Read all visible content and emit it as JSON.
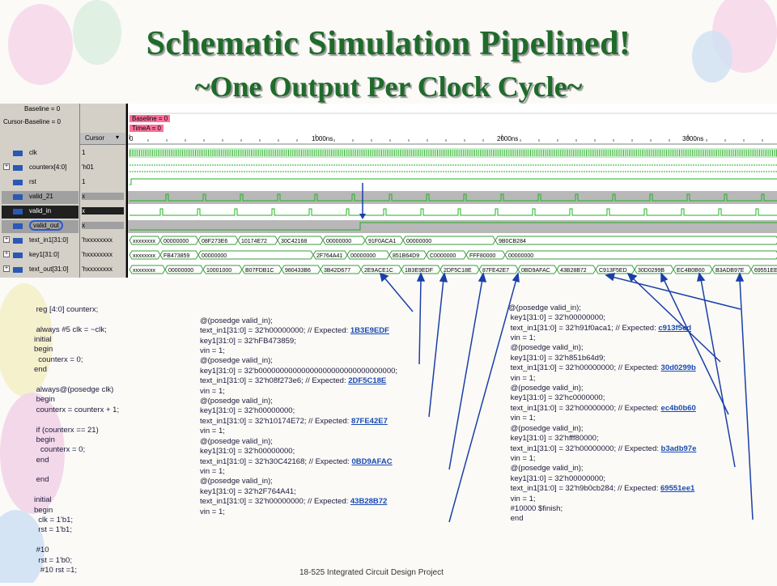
{
  "title": {
    "line1": "Schematic Simulation Pipelined!",
    "line2": "~One Output Per Clock Cycle~"
  },
  "waveform": {
    "header_labels": {
      "baseline": "Baseline = 0",
      "cursor_baseline": "Cursor-Baseline = 0",
      "cursor": "Cursor",
      "baseline_tag": "Baseline = 0",
      "timea_tag": "TimeA = 0"
    },
    "timeline": [
      "0",
      "1000ns",
      "2000ns",
      "3000ns"
    ],
    "signals": [
      {
        "name": "clk",
        "value": "1"
      },
      {
        "name": "counterx[4:0]",
        "value": "'h01"
      },
      {
        "name": "rst",
        "value": "1"
      },
      {
        "name": "valid_21",
        "value": "x"
      },
      {
        "name": "valid_in",
        "value": "x"
      },
      {
        "name": "valid_out",
        "value": "x"
      },
      {
        "name": "text_in1[31:0]",
        "value": "'hxxxxxxxx"
      },
      {
        "name": "key1[31:0]",
        "value": "'hxxxxxxxx"
      },
      {
        "name": "text_out[31:0]",
        "value": "'hxxxxxxxx"
      }
    ],
    "bus_text_in1": [
      "xxxxxxxx",
      "00000000",
      "08F273E6",
      "10174E72",
      "30C42168",
      "00000000",
      "91F0ACA1",
      "00000000",
      "9B0CB284"
    ],
    "bus_key1": [
      "xxxxxxxx",
      "FB473859",
      "00000000",
      "2F764A41",
      "00000000",
      "851B64D9",
      "C0000000",
      "FFF80000",
      "00000000"
    ],
    "bus_text_out": [
      "xxxxxxxx",
      "00000000",
      "10001000",
      "B07FDB1C",
      "980433B6",
      "3B42D677",
      "2E9ACE1C",
      "1B3E9EDF",
      "2DF5C18E",
      "87FE42E7",
      "0BD9AFAC",
      "43B28B72",
      "C913F5ED",
      "30D0299B",
      "EC4B0B60",
      "B3ADB97E",
      "69551EE1"
    ]
  },
  "code_left": {
    "lines": [
      " reg [4:0] counterx;",
      "",
      " always #5 clk = ~clk;",
      "initial",
      "begin",
      "  counterx = 0;",
      "end",
      "",
      " always@(posedge clk)",
      " begin",
      " counterx = counterx + 1;",
      "",
      " if (counterx == 21)",
      " begin",
      "   counterx = 0;",
      " end",
      "",
      " end",
      "",
      "initial",
      "begin",
      "  clk = 1'b1;",
      "  rst = 1'b1;",
      "",
      " #10",
      "  rst = 1'b0;",
      "   #10 rst =1;"
    ]
  },
  "code_mid": {
    "blocks": [
      {
        "l1": "@(posedge valid_in);",
        "l2": "text_in1[31:0] = 32'h00000000; // Expected: ",
        "exp": "1B3E9EDF",
        "l3": "key1[31:0] = 32'hFB473859;",
        "l4": "vin = 1;"
      },
      {
        "l1": "@(posedge valid_in);",
        "l2": "key1[31:0] = 32'b00000000000000000000000000000000;",
        "l3": "text_in1[31:0] = 32'h08f273e6; // Expected: ",
        "exp": "2DF5C18E",
        "l4": "vin = 1;"
      },
      {
        "l1": "@(posedge valid_in);",
        "l2": "key1[31:0] = 32'h00000000;",
        "l3": "text_in1[31:0] = 32'h10174E72; // Expected: ",
        "exp": "87FE42E7",
        "l4": "vin = 1;"
      },
      {
        "l1": "@(posedge valid_in);",
        "l2": "key1[31:0] = 32'h00000000;",
        "l3": "text_in1[31:0] = 32'h30C42168; // Expected: ",
        "exp": "0BD9AFAC",
        "l4": "vin = 1;"
      },
      {
        "l1": "@(posedge valid_in);",
        "l2": "key1[31:0] = 32'h2F764A41;",
        "l3": "text_in1[31:0] = 32'h00000000; // Expected: ",
        "exp": "43B28B72",
        "l4": "vin = 1;"
      }
    ]
  },
  "code_right": {
    "blocks": [
      {
        "l1": "@(posedge valid_in);",
        "l2": " key1[31:0] = 32'h00000000;",
        "l3": " text_in1[31:0] = 32'h91f0aca1; // Expected: ",
        "exp": "c913f5ed",
        "l4": " vin = 1;"
      },
      {
        "l1": " @(posedge valid_in);",
        "l2": " key1[31:0] = 32'h851b64d9;",
        "l3": " text_in1[31:0] = 32'h00000000; // Expected: ",
        "exp": "30d0299b",
        "l4": " vin = 1;"
      },
      {
        "l1": " @(posedge valid_in);",
        "l2": " key1[31:0] = 32'hc0000000;",
        "l3": " text_in1[31:0] = 32'h00000000; // Expected: ",
        "exp": "ec4b0b60",
        "l4": " vin = 1;"
      },
      {
        "l1": " @(posedge valid_in);",
        "l2": " key1[31:0] = 32'hfff80000;",
        "l3": " text_in1[31:0] = 32'h00000000; // Expected: ",
        "exp": "b3adb97e",
        "l4": " vin = 1;"
      },
      {
        "l1": " @(posedge valid_in);",
        "l2": " key1[31:0] = 32'h00000000;",
        "l3": " text_in1[31:0] = 32'h9b0cb284; // Expected: ",
        "exp": "69551ee1",
        "l4": " vin = 1;"
      }
    ],
    "tail1": " #10000 $finish;",
    "tail2": " end"
  },
  "footer": "18-525 Integrated Circuit Design Project",
  "colors": {
    "title": "#1f6b2a",
    "wave_green": "#22b022",
    "bus_green": "#3a9e3a",
    "link_blue": "#1a4ab0"
  }
}
